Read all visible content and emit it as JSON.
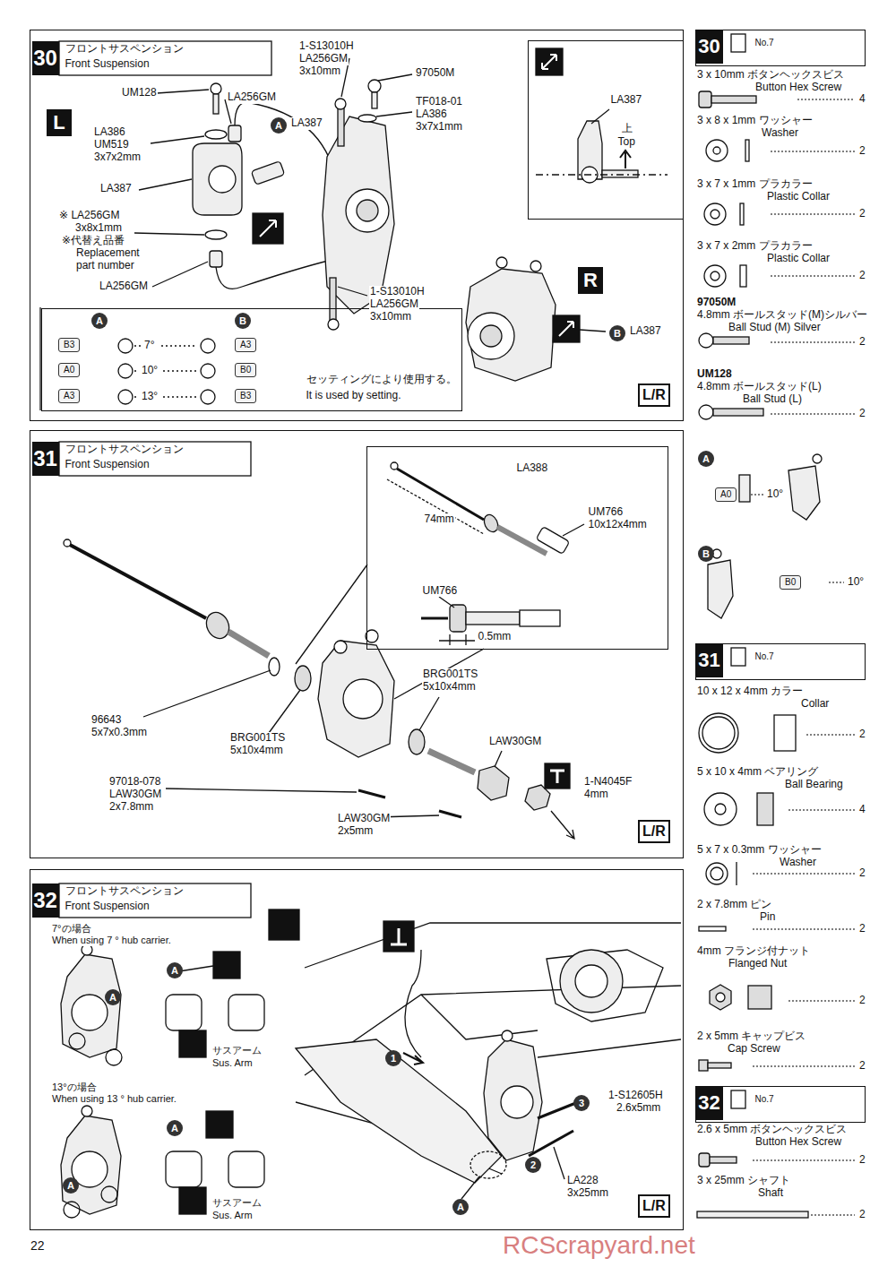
{
  "diagram": {
    "nodes": [
      {
        "text": [
          "30",
          "フロントサスペンション",
          "Front Suspension"
        ]
      },
      {
        "text": [
          "LA387",
          "上",
          "Top"
        ],
        "in": 0
      },
      {
        "text": [
          "セッティングにより使用する。",
          "It is used by setting."
        ],
        "in": 0
      },
      {
        "text": [
          "31",
          "フロントサスペンション",
          "Front Suspension"
        ]
      },
      {
        "text": [
          "LA388",
          "74mm",
          "UM766",
          "10x12x4mm",
          "UM766",
          "0.5mm"
        ],
        "in": 3
      },
      {
        "text": [
          "32",
          "フロントサスペンション",
          "Front Suspension"
        ]
      },
      {
        "text": [
          "30",
          "No.7"
        ]
      },
      {
        "text": [
          "31",
          "No.7"
        ]
      },
      {
        "text": [
          "32",
          "No.7"
        ]
      }
    ],
    "labels": [
      "L",
      "UM128",
      "LA256GM",
      "1-S13010H",
      "LA256GM",
      "3x10mm",
      "97050M",
      "A",
      "LA387",
      "TF018-01",
      "LA386",
      "3x7x1mm",
      "LA386",
      "UM519",
      "3x7x2mm",
      "LA387",
      "※ LA256GM",
      "3x8x1mm",
      "※代替え品番",
      "Replacement part number",
      "LA256GM",
      "1-S13010H",
      "LA256GM",
      "3x10mm",
      "R",
      "B",
      "LA387",
      "A",
      "B",
      "B3",
      "7°",
      "A3",
      "A0",
      "10°",
      "B0",
      "A3",
      "13°",
      "B3",
      "L/R",
      "96643",
      "5x7x0.3mm",
      "BRG001TS",
      "5x10x4mm",
      "BRG001TS",
      "5x10x4mm",
      "LAW30GM",
      "97018-078",
      "LAW30GM",
      "2x7.8mm",
      "LAW30GM",
      "2x5mm",
      "1-N4045F",
      "4mm",
      "L/R",
      "7°の場合",
      "When using 7 ° hub carrier.",
      "A",
      "A",
      "サスアーム",
      "Sus. Arm",
      "13°の場合",
      "When using 13 ° hub carrier.",
      "A",
      "A",
      "サスアーム",
      "Sus. Arm",
      "1",
      "2",
      "3",
      "1-S12605H",
      "2.6x5mm",
      "LA228",
      "3x25mm",
      "A",
      "L/R",
      "3 x 10mm ボタンヘックスビス",
      "Button Hex Screw",
      "4",
      "3 x 8 x 1mm ワッシャー",
      "Washer",
      "2",
      "3 x 7 x 1mm プラカラー",
      "Plastic Collar",
      "2",
      "3 x 7 x 2mm プラカラー",
      "Plastic Collar",
      "2",
      "97050M",
      "4.8mm ボールスタッド(M)シルバー",
      "Ball Stud (M) Silver",
      "2",
      "UM128",
      "4.8mm ボールスタッド(L)",
      "Ball Stud (L)",
      "2",
      "A",
      "A0",
      "10°",
      "B",
      "B0",
      "10°",
      "10 x 12 x 4mm カラー",
      "Collar",
      "2",
      "5 x 10 x 4mm ベアリング",
      "Ball Bearing",
      "4",
      "5 x 7 x 0.3mm ワッシャー",
      "Washer",
      "2",
      "2 x 7.8mm ピン",
      "Pin",
      "2",
      "4mm フランジ付ナット",
      "Flanged Nut",
      "2",
      "2 x 5mm キャップビス",
      "Cap Screw",
      "2",
      "2.6 x 5mm ボタンヘックスビス",
      "Button Hex Screw",
      "2",
      "3 x 25mm シャフト",
      "Shaft",
      "2",
      "22",
      "RCScrapyard.net"
    ]
  }
}
